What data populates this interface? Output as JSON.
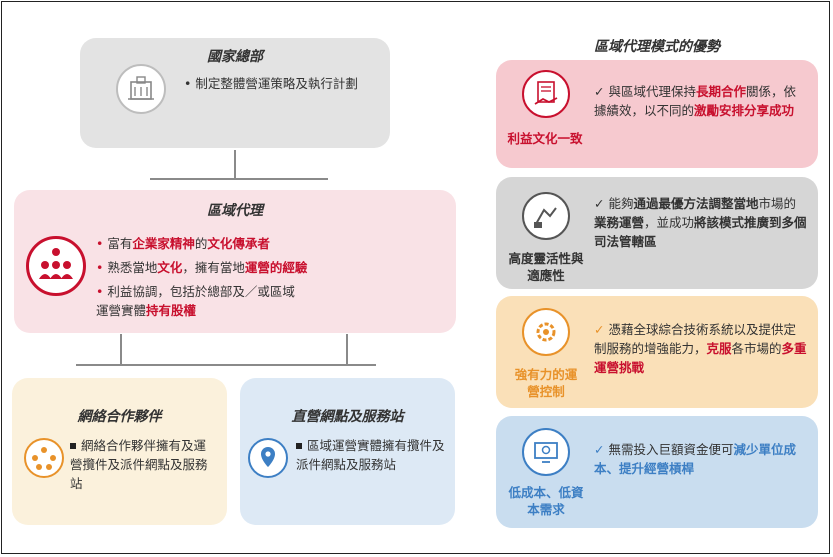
{
  "colors": {
    "hq_bg": "#e3e3e3",
    "regional_bg": "#f9e2e6",
    "partner_bg": "#fbf1dc",
    "direct_bg": "#dde9f5",
    "adv1_bg": "#f6c9cf",
    "adv2_bg": "#d6d6d6",
    "adv3_bg": "#fae0b8",
    "adv4_bg": "#c9ddef",
    "red": "#c8102e",
    "orange": "#e8922a",
    "blue": "#3d7fc4"
  },
  "hq": {
    "title": "國家總部",
    "icon": "building-icon",
    "bullet": "制定整體營運策略及執行計劃"
  },
  "regional": {
    "title": "區域代理",
    "icon": "people-group-icon",
    "b1": {
      "a": "富有",
      "b": "企業家精神",
      "c": "的",
      "d": "文化傳承者"
    },
    "b2": {
      "a": "熟悉當地",
      "b": "文化",
      "c": "，擁有當地",
      "d": "運營的經驗"
    },
    "b3": {
      "a": "利益協調，包括於總部及／",
      "b": "或區域運營實體",
      "c": "持有股權"
    }
  },
  "partner": {
    "title": "網絡合作夥伴",
    "icon": "network-people-icon",
    "text": "網絡合作夥伴擁有及運營攬件及派件網點及服務站"
  },
  "direct": {
    "title": "直營網點及服務站",
    "icon": "location-pin-icon",
    "text": "區域運營實體擁有攬件及派件網點及服務站"
  },
  "advantages": {
    "heading": "區域代理模式的優勢",
    "items": [
      {
        "label": "利益文化一致",
        "icon": "handshake-document-icon",
        "parts": [
          {
            "t": "與區域代理保持",
            "red": false
          },
          {
            "t": "長期合作",
            "red": true
          },
          {
            "t": "關係，依據績效，以不同的",
            "red": false
          },
          {
            "t": "激勵安排分享成功",
            "red": true
          }
        ]
      },
      {
        "label": "高度靈活性與適應性",
        "icon": "flexible-arm-icon",
        "parts": [
          {
            "t": "能夠",
            "red": false
          },
          {
            "t": "通過最優方法調整當地",
            "red": false,
            "bold": true
          },
          {
            "t": "市場的",
            "red": false
          },
          {
            "t": "業務運營",
            "red": false,
            "bold": true
          },
          {
            "t": "，並成功",
            "red": false
          },
          {
            "t": "將該模式推廣到多個司法管轄區",
            "red": false,
            "bold": true
          }
        ]
      },
      {
        "label": "強有力的運營控制",
        "icon": "gear-control-icon",
        "parts": [
          {
            "t": "憑藉全球綜合技術系統以及提供定制服務的增強能力，",
            "red": false
          },
          {
            "t": "克服",
            "red": true
          },
          {
            "t": "各市場的",
            "red": false
          },
          {
            "t": "多重運營挑戰",
            "red": true
          }
        ]
      },
      {
        "label": "低成本、低資本需求",
        "icon": "cost-monitor-icon",
        "parts": [
          {
            "t": "無需投入巨額資金便可",
            "red": false
          },
          {
            "t": "減少單位成本、提升經營槓桿",
            "red": false,
            "blue": true
          }
        ]
      }
    ]
  }
}
